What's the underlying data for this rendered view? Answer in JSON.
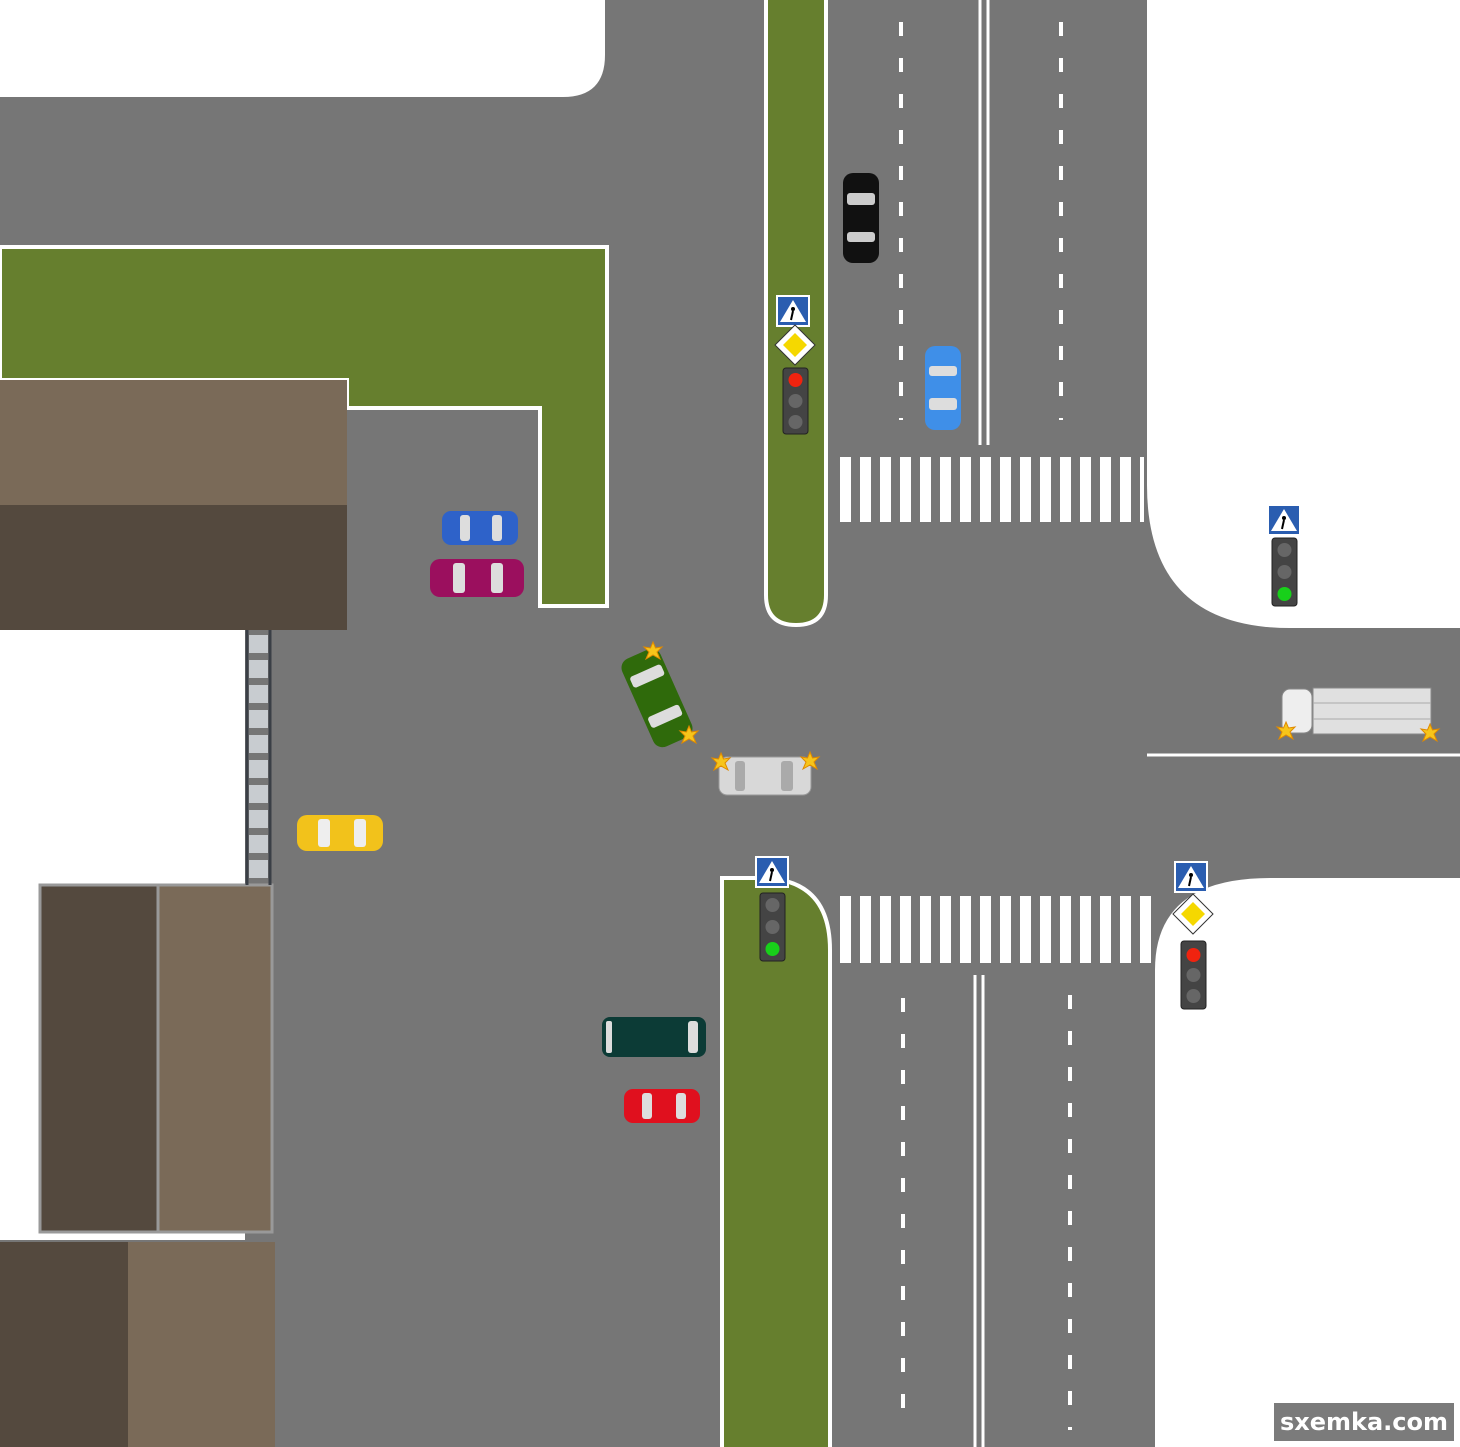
{
  "watermark": {
    "text": "sxemka.com"
  },
  "colors": {
    "asphalt": "#767676",
    "grass": "#667f2e",
    "roof_light": "#7a6a58",
    "roof_dark": "#54493e",
    "sign_blue": "#2a5db0",
    "priority_yellow": "#f5d800"
  },
  "traffic_lights": [
    {
      "location": "north-median",
      "state": "red"
    },
    {
      "location": "east-corner",
      "state": "green"
    },
    {
      "location": "south-median",
      "state": "green"
    },
    {
      "location": "south-east-corner",
      "state": "red"
    }
  ],
  "vehicles": [
    {
      "name": "black-car",
      "color": "#111111"
    },
    {
      "name": "light-blue-car",
      "color": "#3f8fe8"
    },
    {
      "name": "blue-parked-car",
      "color": "#2e62c9"
    },
    {
      "name": "magenta-parked-car",
      "color": "#9b0f5e"
    },
    {
      "name": "green-car",
      "color": "#2f6a0b",
      "collision": true
    },
    {
      "name": "white-car",
      "color": "#d8d8d8",
      "collision": true
    },
    {
      "name": "yellow-taxi",
      "color": "#f2c21b"
    },
    {
      "name": "dark-teal-van",
      "color": "#0c3b36"
    },
    {
      "name": "red-car",
      "color": "#e0101e"
    },
    {
      "name": "white-truck",
      "color": "#e6e6e6",
      "collision": true
    }
  ]
}
